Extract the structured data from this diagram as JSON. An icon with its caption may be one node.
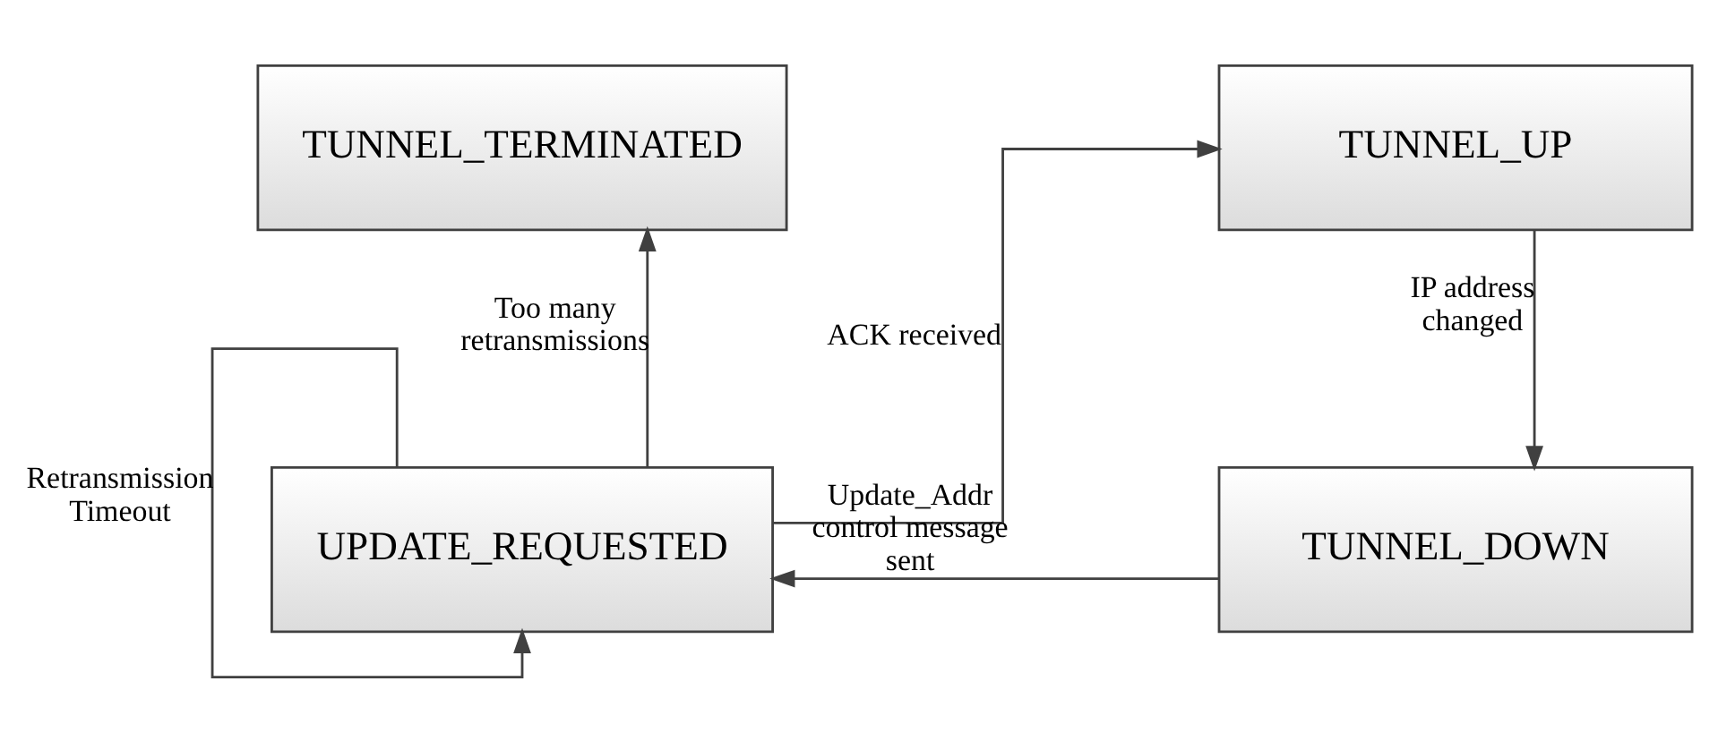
{
  "diagram": {
    "nodes": [
      {
        "text": [
          "TUNNEL_TERMINATED"
        ]
      },
      {
        "text": [
          "TUNNEL_UP"
        ]
      },
      {
        "text": [
          "UPDATE_REQUESTED"
        ]
      },
      {
        "text": [
          "TUNNEL_DOWN"
        ]
      }
    ],
    "edges": [
      {
        "from": 2,
        "to": 0,
        "arrow": "to",
        "label": "Too many retransmissions"
      },
      {
        "from": 2,
        "to": 1,
        "arrow": "to",
        "label": "ACK received"
      },
      {
        "from": 1,
        "to": 3,
        "arrow": "to",
        "label": "IP address changed"
      },
      {
        "from": 3,
        "to": 2,
        "arrow": "to",
        "label": "Update_Addr control message sent"
      },
      {
        "from": 2,
        "to": 2,
        "arrow": "to",
        "label": "Retransmission Timeout"
      }
    ]
  }
}
